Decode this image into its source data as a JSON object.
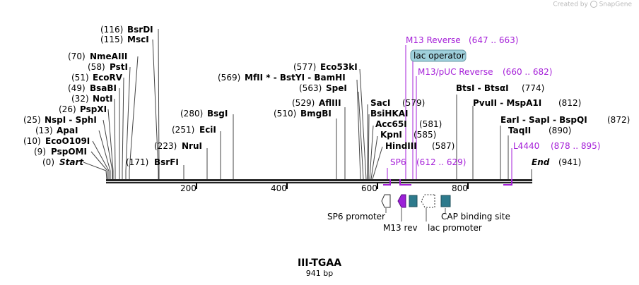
{
  "credit": {
    "prefix": "Created by",
    "brand": "SnapGene"
  },
  "map": {
    "name": "III-TGAA",
    "length_label": "941 bp"
  },
  "ruler": {
    "ticks": [
      "200",
      "400",
      "600",
      "800"
    ]
  },
  "sites": [
    {
      "pos": "(0)",
      "name": "Start"
    },
    {
      "pos": "(9)",
      "name": "PspOMI"
    },
    {
      "pos": "(10)",
      "name": "EcoO109I"
    },
    {
      "pos": "(13)",
      "name": "ApaI"
    },
    {
      "pos": "(25)",
      "name": "NspI  -  SphI"
    },
    {
      "pos": "(26)",
      "name": "PspXI"
    },
    {
      "pos": "(32)",
      "name": "NotI"
    },
    {
      "pos": "(49)",
      "name": "BsaBI"
    },
    {
      "pos": "(51)",
      "name": "EcoRV"
    },
    {
      "pos": "(58)",
      "name": "PstI"
    },
    {
      "pos": "(70)",
      "name": "NmeAIII"
    },
    {
      "pos": "(115)",
      "name": "MscI"
    },
    {
      "pos": "(116)",
      "name": "BsrDI"
    },
    {
      "pos": "(171)",
      "name": "BsrFI"
    },
    {
      "pos": "(223)",
      "name": "NruI"
    },
    {
      "pos": "(251)",
      "name": "EciI"
    },
    {
      "pos": "(280)",
      "name": "BsgI"
    },
    {
      "pos": "(510)",
      "name": "BmgBI"
    },
    {
      "pos": "(529)",
      "name": "AflIII"
    },
    {
      "pos": "(563)",
      "name": "SpeI"
    },
    {
      "pos": "(569)",
      "name": "MfII *  -  BstYI  -  BamHI"
    },
    {
      "pos": "(577)",
      "name": "Eco53kI"
    },
    {
      "pos": "",
      "name": "SacI"
    },
    {
      "pos": "(579)",
      "name": ""
    },
    {
      "pos": "",
      "name": "BsiHKAI"
    },
    {
      "pos": "(581)",
      "name": "Acc65I"
    },
    {
      "pos": "(585)",
      "name": "KpnI"
    },
    {
      "pos": "(587)",
      "name": "HindIII"
    },
    {
      "pos": "(774)",
      "name": "BtsI  -  BtsαI"
    },
    {
      "pos": "(812)",
      "name": "PvuII  -  MspA1I"
    },
    {
      "pos": "(872)",
      "name": "EarI  -  SapI  -  BspQI"
    },
    {
      "pos": "(890)",
      "name": "TaqII"
    },
    {
      "pos": "(941)",
      "name": "End"
    }
  ],
  "primers": [
    {
      "name": "M13 Reverse",
      "range": "(647 .. 663)"
    },
    {
      "name": "M13/pUC Reverse",
      "range": "(660 .. 682)"
    },
    {
      "name": "SP6",
      "range": "(612 .. 629)"
    },
    {
      "name": "L4440",
      "range": "(878 .. 895)"
    }
  ],
  "operator_label": "lac operator",
  "features": [
    "SP6 promoter",
    "M13 rev",
    "lac promoter",
    "CAP binding site"
  ],
  "colors": {
    "primer": "#a51fd8",
    "operator": "#9fd0dc",
    "feature_teal": "#2d7a8c",
    "feature_purple": "#9b1fd8"
  }
}
